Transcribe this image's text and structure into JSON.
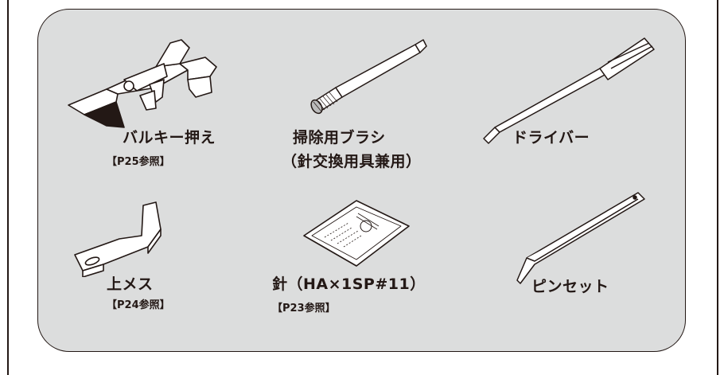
{
  "accessories": [
    {
      "name": "バルキー押え",
      "ref": "【P25参照】",
      "icon": "bulky-foot-icon"
    },
    {
      "name": "掃除用ブラシ",
      "name2": "（針交換用具兼用）",
      "icon": "cleaning-brush-icon"
    },
    {
      "name": "ドライバー",
      "icon": "screwdriver-icon"
    },
    {
      "name": "上メス",
      "ref": "【P24参照】",
      "icon": "upper-knife-icon"
    },
    {
      "name": "針（HA×1SP#11）",
      "ref": "【P23参照】",
      "icon": "needle-pack-icon"
    },
    {
      "name": "ピンセット",
      "icon": "tweezers-icon"
    }
  ]
}
